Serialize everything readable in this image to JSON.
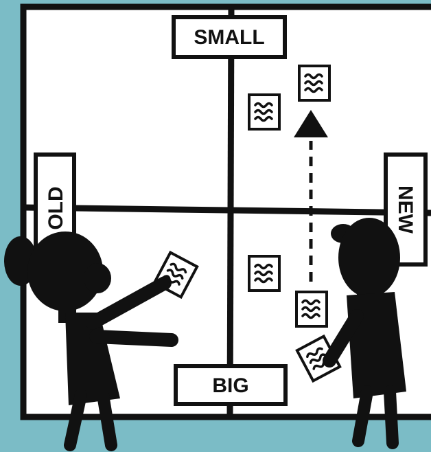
{
  "colors": {
    "backdrop": "#7bbcc6",
    "board": "#ffffff",
    "ink": "#111111"
  },
  "axis_labels": {
    "top": "SMALL",
    "bottom": "BIG",
    "left": "OLD",
    "right": "NEW"
  },
  "icons": {
    "sticky_note": "sticky-note-icon",
    "arrow": "dashed-up-arrow-icon",
    "people": [
      "woman-figure-icon",
      "man-figure-icon"
    ]
  }
}
